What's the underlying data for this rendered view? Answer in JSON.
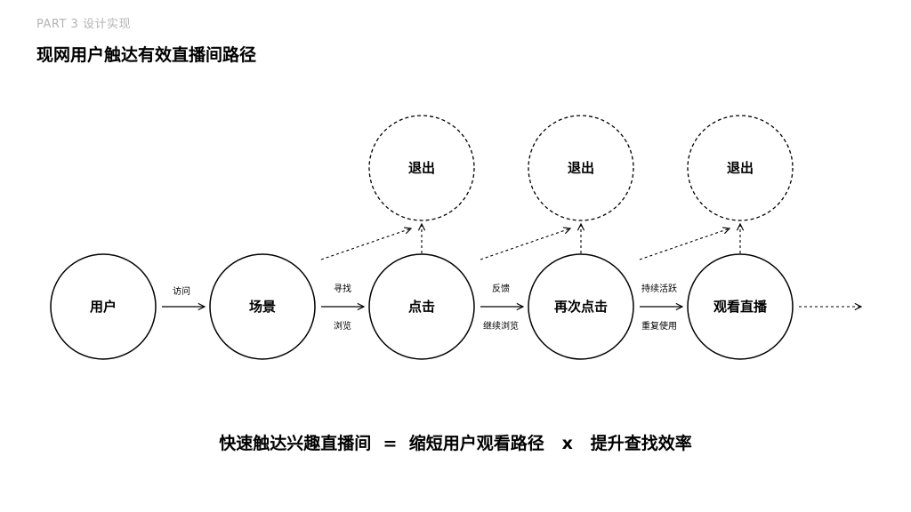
{
  "header": {
    "part_label": "PART 3 设计实现",
    "title": "现网用户触达有效直播间路径"
  },
  "nodes": [
    {
      "label": "用户"
    },
    {
      "label": "场景"
    },
    {
      "label": "点击"
    },
    {
      "label": "再次点击"
    },
    {
      "label": "观看直播"
    }
  ],
  "exit_nodes": [
    {
      "label": "退出"
    },
    {
      "label": "退出"
    },
    {
      "label": "退出"
    }
  ],
  "edges": [
    {
      "top_label": "访问",
      "bottom_label": ""
    },
    {
      "top_label": "寻找",
      "bottom_label": "浏览"
    },
    {
      "top_label": "反馈",
      "bottom_label": "继续浏览"
    },
    {
      "top_label": "持续活跃",
      "bottom_label": "重复使用"
    }
  ],
  "formula": {
    "left": "快速触达兴趣直播间",
    "equals": "=",
    "middle": "缩短用户观看路径",
    "times": "x",
    "right": "提升查找效率"
  }
}
